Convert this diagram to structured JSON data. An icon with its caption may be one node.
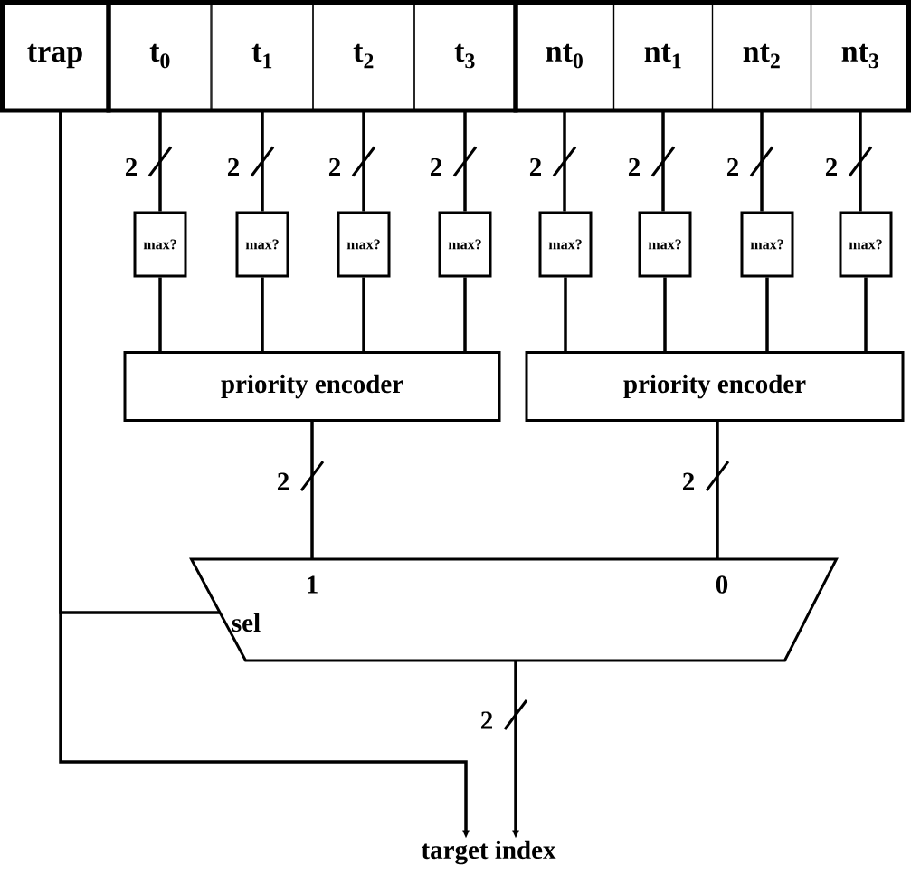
{
  "diagram": {
    "nodes": [
      {
        "text": [
          "trap"
        ]
      },
      {
        "text": [
          "t$_{0}$"
        ]
      },
      {
        "text": [
          "t$_{1}$"
        ]
      },
      {
        "text": [
          "t$_{2}$"
        ]
      },
      {
        "text": [
          "t$_{3}$"
        ]
      },
      {
        "text": [
          "nt$_{0}$"
        ]
      },
      {
        "text": [
          "nt$_{1}$"
        ]
      },
      {
        "text": [
          "nt$_{2}$"
        ]
      },
      {
        "text": [
          "nt$_{3}$"
        ]
      },
      {
        "text": [
          "max?"
        ]
      },
      {
        "text": [
          "max?"
        ]
      },
      {
        "text": [
          "max?"
        ]
      },
      {
        "text": [
          "max?"
        ]
      },
      {
        "text": [
          "max?"
        ]
      },
      {
        "text": [
          "max?"
        ]
      },
      {
        "text": [
          "max?"
        ]
      },
      {
        "text": [
          "max?"
        ]
      },
      {
        "text": [
          "priority encoder"
        ]
      },
      {
        "text": [
          "priority encoder"
        ]
      },
      {
        "text": [
          "1",
          "0",
          "sel"
        ]
      },
      {
        "text": [
          "target index"
        ]
      }
    ],
    "edges": [
      {
        "from": 1,
        "to": 9,
        "arrow": "none",
        "label": "2"
      },
      {
        "from": 2,
        "to": 10,
        "arrow": "none",
        "label": "2"
      },
      {
        "from": 3,
        "to": 11,
        "arrow": "none",
        "label": "2"
      },
      {
        "from": 4,
        "to": 12,
        "arrow": "none",
        "label": "2"
      },
      {
        "from": 5,
        "to": 13,
        "arrow": "none",
        "label": "2"
      },
      {
        "from": 6,
        "to": 14,
        "arrow": "none",
        "label": "2"
      },
      {
        "from": 7,
        "to": 15,
        "arrow": "none",
        "label": "2"
      },
      {
        "from": 8,
        "to": 16,
        "arrow": "none",
        "label": "2"
      },
      {
        "from": 9,
        "to": 17,
        "arrow": "none"
      },
      {
        "from": 10,
        "to": 17,
        "arrow": "none"
      },
      {
        "from": 11,
        "to": 17,
        "arrow": "none"
      },
      {
        "from": 12,
        "to": 17,
        "arrow": "none"
      },
      {
        "from": 13,
        "to": 18,
        "arrow": "none"
      },
      {
        "from": 14,
        "to": 18,
        "arrow": "none"
      },
      {
        "from": 15,
        "to": 18,
        "arrow": "none"
      },
      {
        "from": 16,
        "to": 18,
        "arrow": "none"
      },
      {
        "from": 17,
        "to": 19,
        "arrow": "none",
        "label": "2"
      },
      {
        "from": 18,
        "to": 19,
        "arrow": "none",
        "label": "2"
      },
      {
        "from": 0,
        "to": 19,
        "arrow": "none"
      },
      {
        "from": 19,
        "to": 20,
        "arrow": "to",
        "label": "2"
      },
      {
        "from": 0,
        "to": 20,
        "arrow": "to"
      }
    ]
  }
}
